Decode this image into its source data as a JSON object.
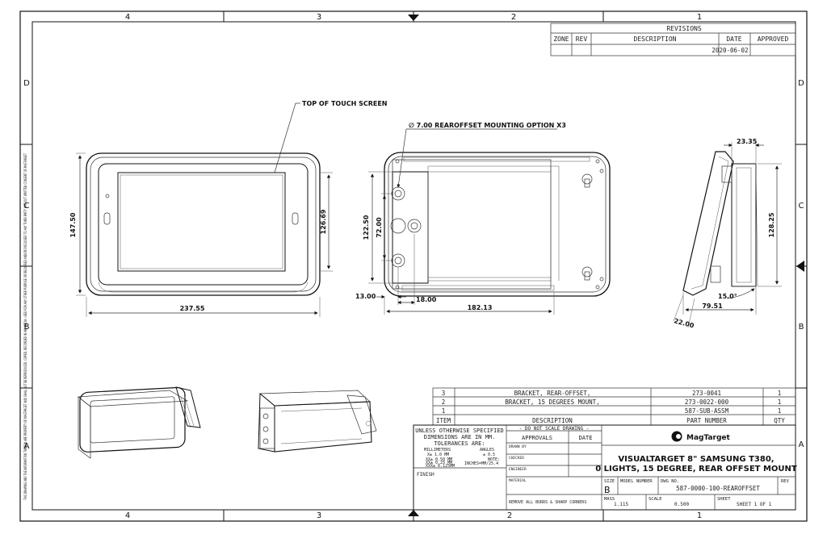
{
  "border": {
    "columns_top": [
      "4",
      "3",
      "2",
      "1"
    ],
    "columns_bottom": [
      "4",
      "3",
      "2",
      "1"
    ],
    "rows_left": [
      "D",
      "C",
      "B",
      "A"
    ],
    "rows_right": [
      "D",
      "C",
      "B",
      "A"
    ],
    "side_note": "THIS DRAWING AND THE INFORMATION THEREIN ARE PROPERTY OF MAGTARGET AND SHALL NOT BE REPRODUCED, COPIED, RECORDED IN ANY MEDIA, USED FOR ANY OTHER PURPOSE OR DELIVERED AND/OR DISCLOSED TO ANY THIRD PARTY WITHOUT WRITTEN CONSENT OF MAGTARGET"
  },
  "revisions": {
    "title": "REVISIONS",
    "headers": [
      "ZONE",
      "REV",
      "DESCRIPTION",
      "DATE",
      "APPROVED"
    ],
    "rows": [
      {
        "zone": "",
        "rev": "",
        "description": "",
        "date": "2020-06-02",
        "approved": ""
      }
    ]
  },
  "front_view": {
    "callout": "TOP OF TOUCH SCREEN",
    "height_outer": "147.50",
    "height_inner": "126.69",
    "width": "237.55"
  },
  "rear_view": {
    "callout": "∅ 7.00 REAROFFSET MOUNTING OPTION X3",
    "height_outer": "122.50",
    "height_inner": "72.00",
    "offset_left": "13.00",
    "offset_b": "18.00",
    "width": "182.13"
  },
  "side_view": {
    "top_depth": "23.35",
    "height": "128.25",
    "angle": "15.0°",
    "base_depth": "79.51",
    "thickness": "22.00"
  },
  "bom": {
    "headers": [
      "ITEM",
      "DESCRIPTION",
      "PART NUMBER",
      "QTY"
    ],
    "rows": [
      {
        "item": "3",
        "description": "BRACKET, REAR-OFFSET,",
        "part": "273-0041",
        "qty": "1"
      },
      {
        "item": "2",
        "description": "BRACKET, 15 DEGREES MOUNT,",
        "part": "273-0022-000",
        "qty": "1"
      },
      {
        "item": "1",
        "description": "",
        "part": "587-SUB-ASSM",
        "qty": "1"
      }
    ]
  },
  "title_block": {
    "tolerance_lines": [
      "UNLESS OTHERWISE SPECIFIED",
      "DIMENSIONS ARE IN MM.",
      "TOLERANCES ARE:",
      "MILLIMETERS",
      "ANGLES",
      "X± 1.0 MM",
      "± 0.5",
      "XX± 0.50 MM",
      "XX± 0.25 MM",
      "NOTE:",
      "XXX± 0.125MM",
      "INCHES=MM/25.4"
    ],
    "finish_label": "FINISH",
    "do_not_scale": "- DO NOT SCALE DRAWING -",
    "approvals_label": "APPROVALS",
    "date_label": "DATE",
    "approval_rows": [
      "DRAWN BY",
      "CHECKED",
      "ENGINEER"
    ],
    "material_label": "MATERIAL",
    "burrs_note": "REMOVE ALL BURRS & SHARP CORNERS",
    "company": "MagTarget",
    "title_line1": "VISUALTARGET 8\" SAMSUNG T380,",
    "title_line2": "0 LIGHTS, 15 DEGREE, REAR OFFSET MOUNT",
    "size_label": "SIZE",
    "size_value": "B",
    "model_label": "MODEL NUMBER",
    "dwg_label": "DWG NO.",
    "dwg_value": "587-0000-100-REAROFFSET",
    "rev_label": "REV",
    "mass_label": "MASS",
    "mass_value": "1.115",
    "scale_label": "SCALE",
    "scale_value": "0.500",
    "sheet_label": "SHEET",
    "sheet_value": "SHEET 1 OF 1"
  }
}
